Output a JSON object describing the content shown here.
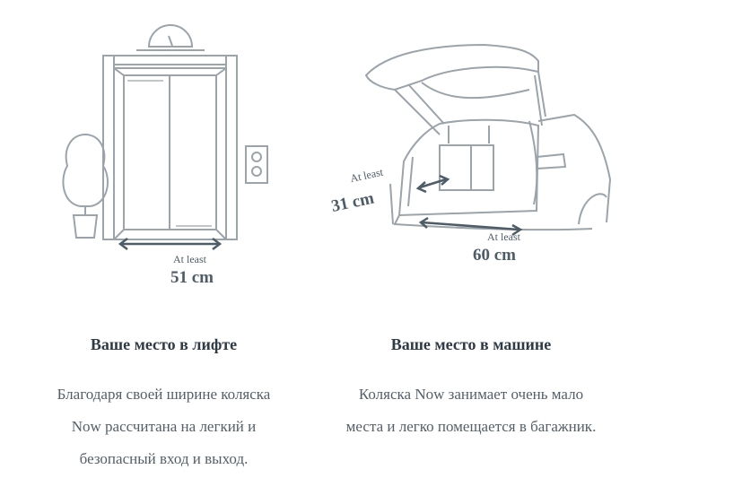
{
  "elevator": {
    "measure_caption": "At least",
    "measure_value": "51 cm",
    "title": "Ваше место в лифте",
    "description_lines": [
      "Благодаря своей ширине коляска",
      "Now рассчитана на легкий и",
      "безопасный вход и выход."
    ]
  },
  "car": {
    "depth_caption": "At least",
    "depth_value": "31 cm",
    "width_caption": "At least",
    "width_value": "60 cm",
    "title": "Ваше место в машине",
    "description_lines": [
      "Коляска Now занимает очень мало",
      "места и легко помещается в багажник."
    ]
  },
  "colors": {
    "line": "#9ba4aa",
    "accent": "#4e5c67"
  }
}
